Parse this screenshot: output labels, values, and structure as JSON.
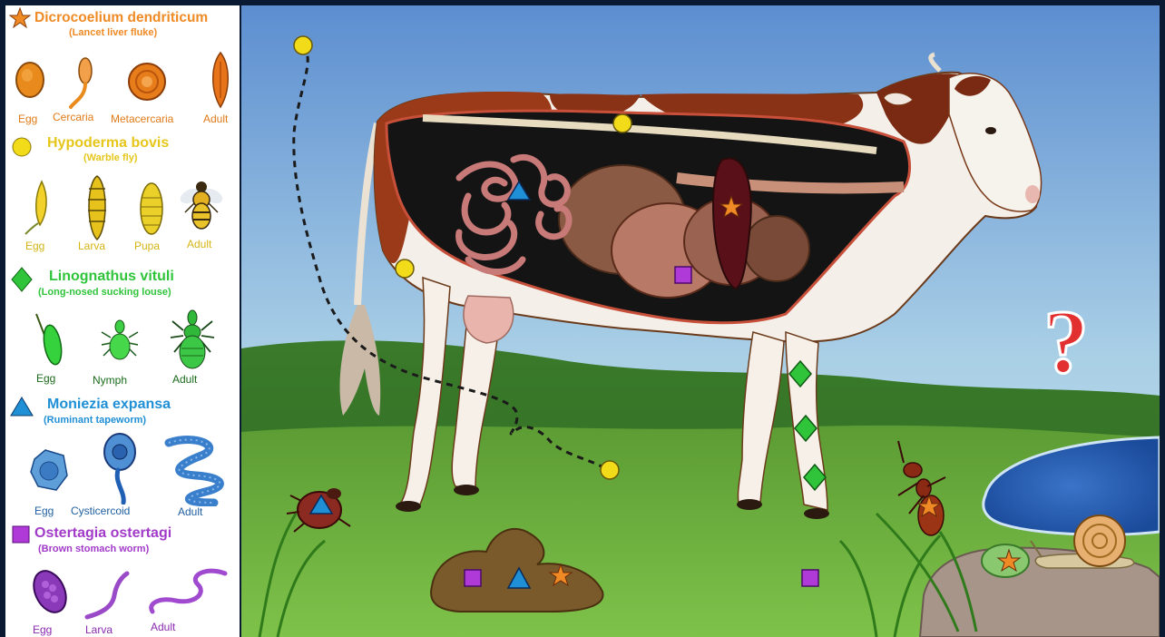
{
  "colors": {
    "dicrocoelium": "#f08a24",
    "hypoderma": "#e6c619",
    "linognathus": "#2fc43a",
    "moniezia": "#1f8fd6",
    "ostertagia": "#a23bc9"
  },
  "legend": {
    "species": [
      {
        "symbol": "star-icon",
        "name": "Dicrocoelium dendriticum",
        "common": "(Lancet liver fluke)",
        "stages": [
          "Egg",
          "Cercaria",
          "Metacercaria",
          "Adult"
        ]
      },
      {
        "symbol": "circle-icon",
        "name": "Hypoderma bovis",
        "common": "(Warble fly)",
        "stages": [
          "Egg",
          "Larva",
          "Pupa",
          "Adult"
        ]
      },
      {
        "symbol": "diamond-icon",
        "name": "Linognathus vituli",
        "common": "(Long-nosed sucking louse)",
        "stages": [
          "Egg",
          "Nymph",
          "Adult"
        ]
      },
      {
        "symbol": "triangle-icon",
        "name": "Moniezia expansa",
        "common": "(Ruminant tapeworm)",
        "stages": [
          "Egg",
          "Cysticercoid",
          "Adult"
        ]
      },
      {
        "symbol": "square-icon",
        "name": "Ostertagia ostertagi",
        "common": "(Brown stomach worm)",
        "stages": [
          "Egg",
          "Larva",
          "Adult"
        ]
      }
    ]
  },
  "scene": {
    "question_mark": "?"
  }
}
